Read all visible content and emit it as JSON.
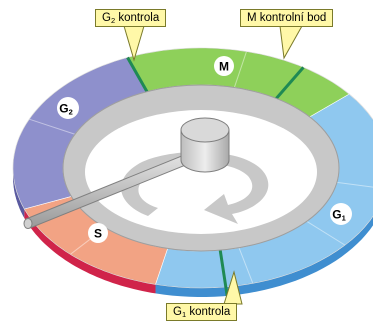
{
  "phases": {
    "g2": {
      "letter": "G",
      "sub": "2"
    },
    "m": {
      "letter": "M"
    },
    "s": {
      "letter": "S"
    },
    "g1": {
      "letter": "G",
      "sub": "1"
    }
  },
  "checkpoints": {
    "g2": {
      "letter": "G",
      "sub": "2",
      "rest": " kontrola"
    },
    "m": {
      "label": "M kontrolní bod"
    },
    "g1": {
      "letter": "G",
      "sub": "1",
      "rest": " kontrola"
    }
  },
  "colors": {
    "g1": "#8fc8ef",
    "g1_side": "#3f8ed0",
    "s": "#f2a384",
    "s_side": "#d0244a",
    "g2": "#8e90cc",
    "g2_side": "#5a5aa0",
    "m": "#8ed05a",
    "m_side": "#3c9a2a",
    "checkpoint_line": "#1f8a54",
    "inner_disc": "#c8c8c8",
    "center_disc": "#ffffff",
    "callout_fill": "#fff8a8"
  }
}
